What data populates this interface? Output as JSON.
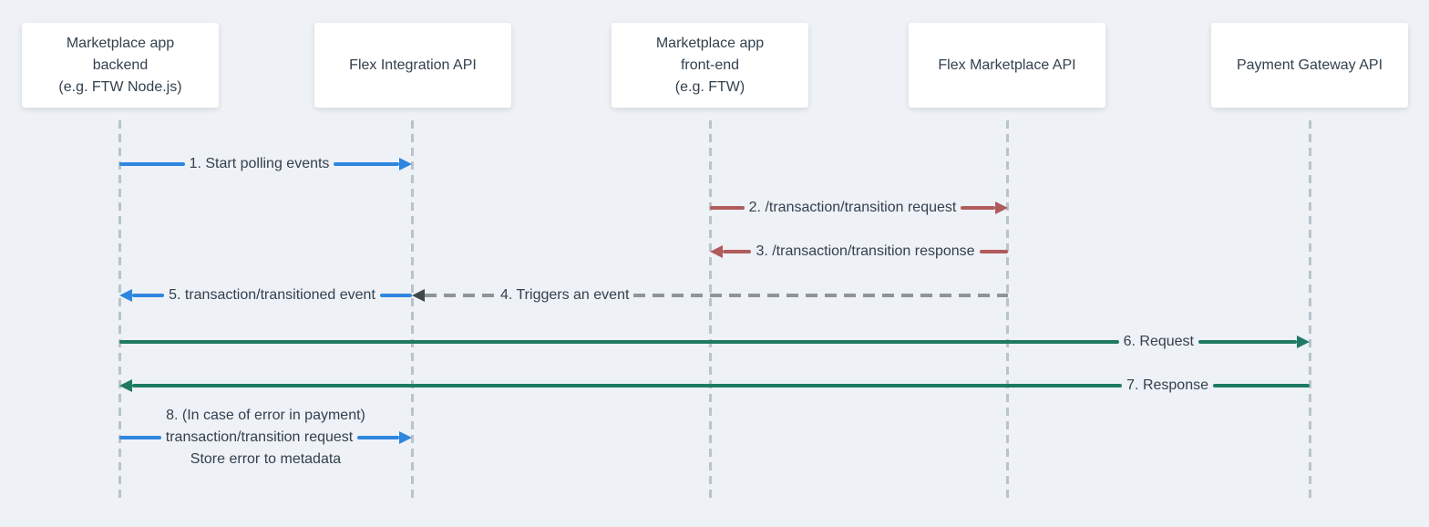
{
  "diagram": {
    "type": "sequence-diagram",
    "background_color": "#eef1f5",
    "colors": {
      "box_background": "#ffffff",
      "text": "#33414f",
      "lifeline": "#b8c4cd",
      "arrow_blue": "#2e86de",
      "arrow_red": "#b05b5b",
      "arrow_green": "#1f7a64",
      "arrow_gray_dash": "#8c949c",
      "arrow_gray_head": "#40474e"
    },
    "participants": [
      {
        "label": "Marketplace app\nbackend\n(e.g. FTW Node.js)"
      },
      {
        "label": "Flex Integration API"
      },
      {
        "label": "Marketplace app\nfront-end\n(e.g. FTW)"
      },
      {
        "label": "Flex Marketplace API"
      },
      {
        "label": "Payment Gateway API"
      }
    ],
    "messages": [
      {
        "label": "1. Start polling events",
        "from": "Marketplace app backend",
        "to": "Flex Integration API",
        "style": "solid",
        "color": "#2e86de",
        "direction": "right"
      },
      {
        "label": "2. /transaction/transition request",
        "from": "Marketplace app front-end",
        "to": "Flex Marketplace API",
        "style": "solid",
        "color": "#b05b5b",
        "direction": "right"
      },
      {
        "label": "3. /transaction/transition response",
        "from": "Flex Marketplace API",
        "to": "Marketplace app front-end",
        "style": "solid",
        "color": "#b05b5b",
        "direction": "left"
      },
      {
        "label": "4. Triggers an event",
        "from": "Flex Marketplace API",
        "to": "Flex Integration API",
        "style": "dashed",
        "color": "#8c949c",
        "direction": "left"
      },
      {
        "label": "5. transaction/transitioned event",
        "from": "Flex Integration API",
        "to": "Marketplace app backend",
        "style": "solid",
        "color": "#2e86de",
        "direction": "left"
      },
      {
        "label": "6. Request",
        "from": "Marketplace app backend",
        "to": "Payment Gateway API",
        "style": "solid",
        "color": "#1f7a64",
        "direction": "right"
      },
      {
        "label": "7. Response",
        "from": "Payment Gateway API",
        "to": "Marketplace app backend",
        "style": "solid",
        "color": "#1f7a64",
        "direction": "left"
      },
      {
        "label_top": "8. (In case of error in payment)",
        "label": "transaction/transition request",
        "label_bottom": "Store error to metadata",
        "from": "Marketplace app backend",
        "to": "Flex Integration API",
        "style": "solid",
        "color": "#2e86de",
        "direction": "right"
      }
    ]
  }
}
